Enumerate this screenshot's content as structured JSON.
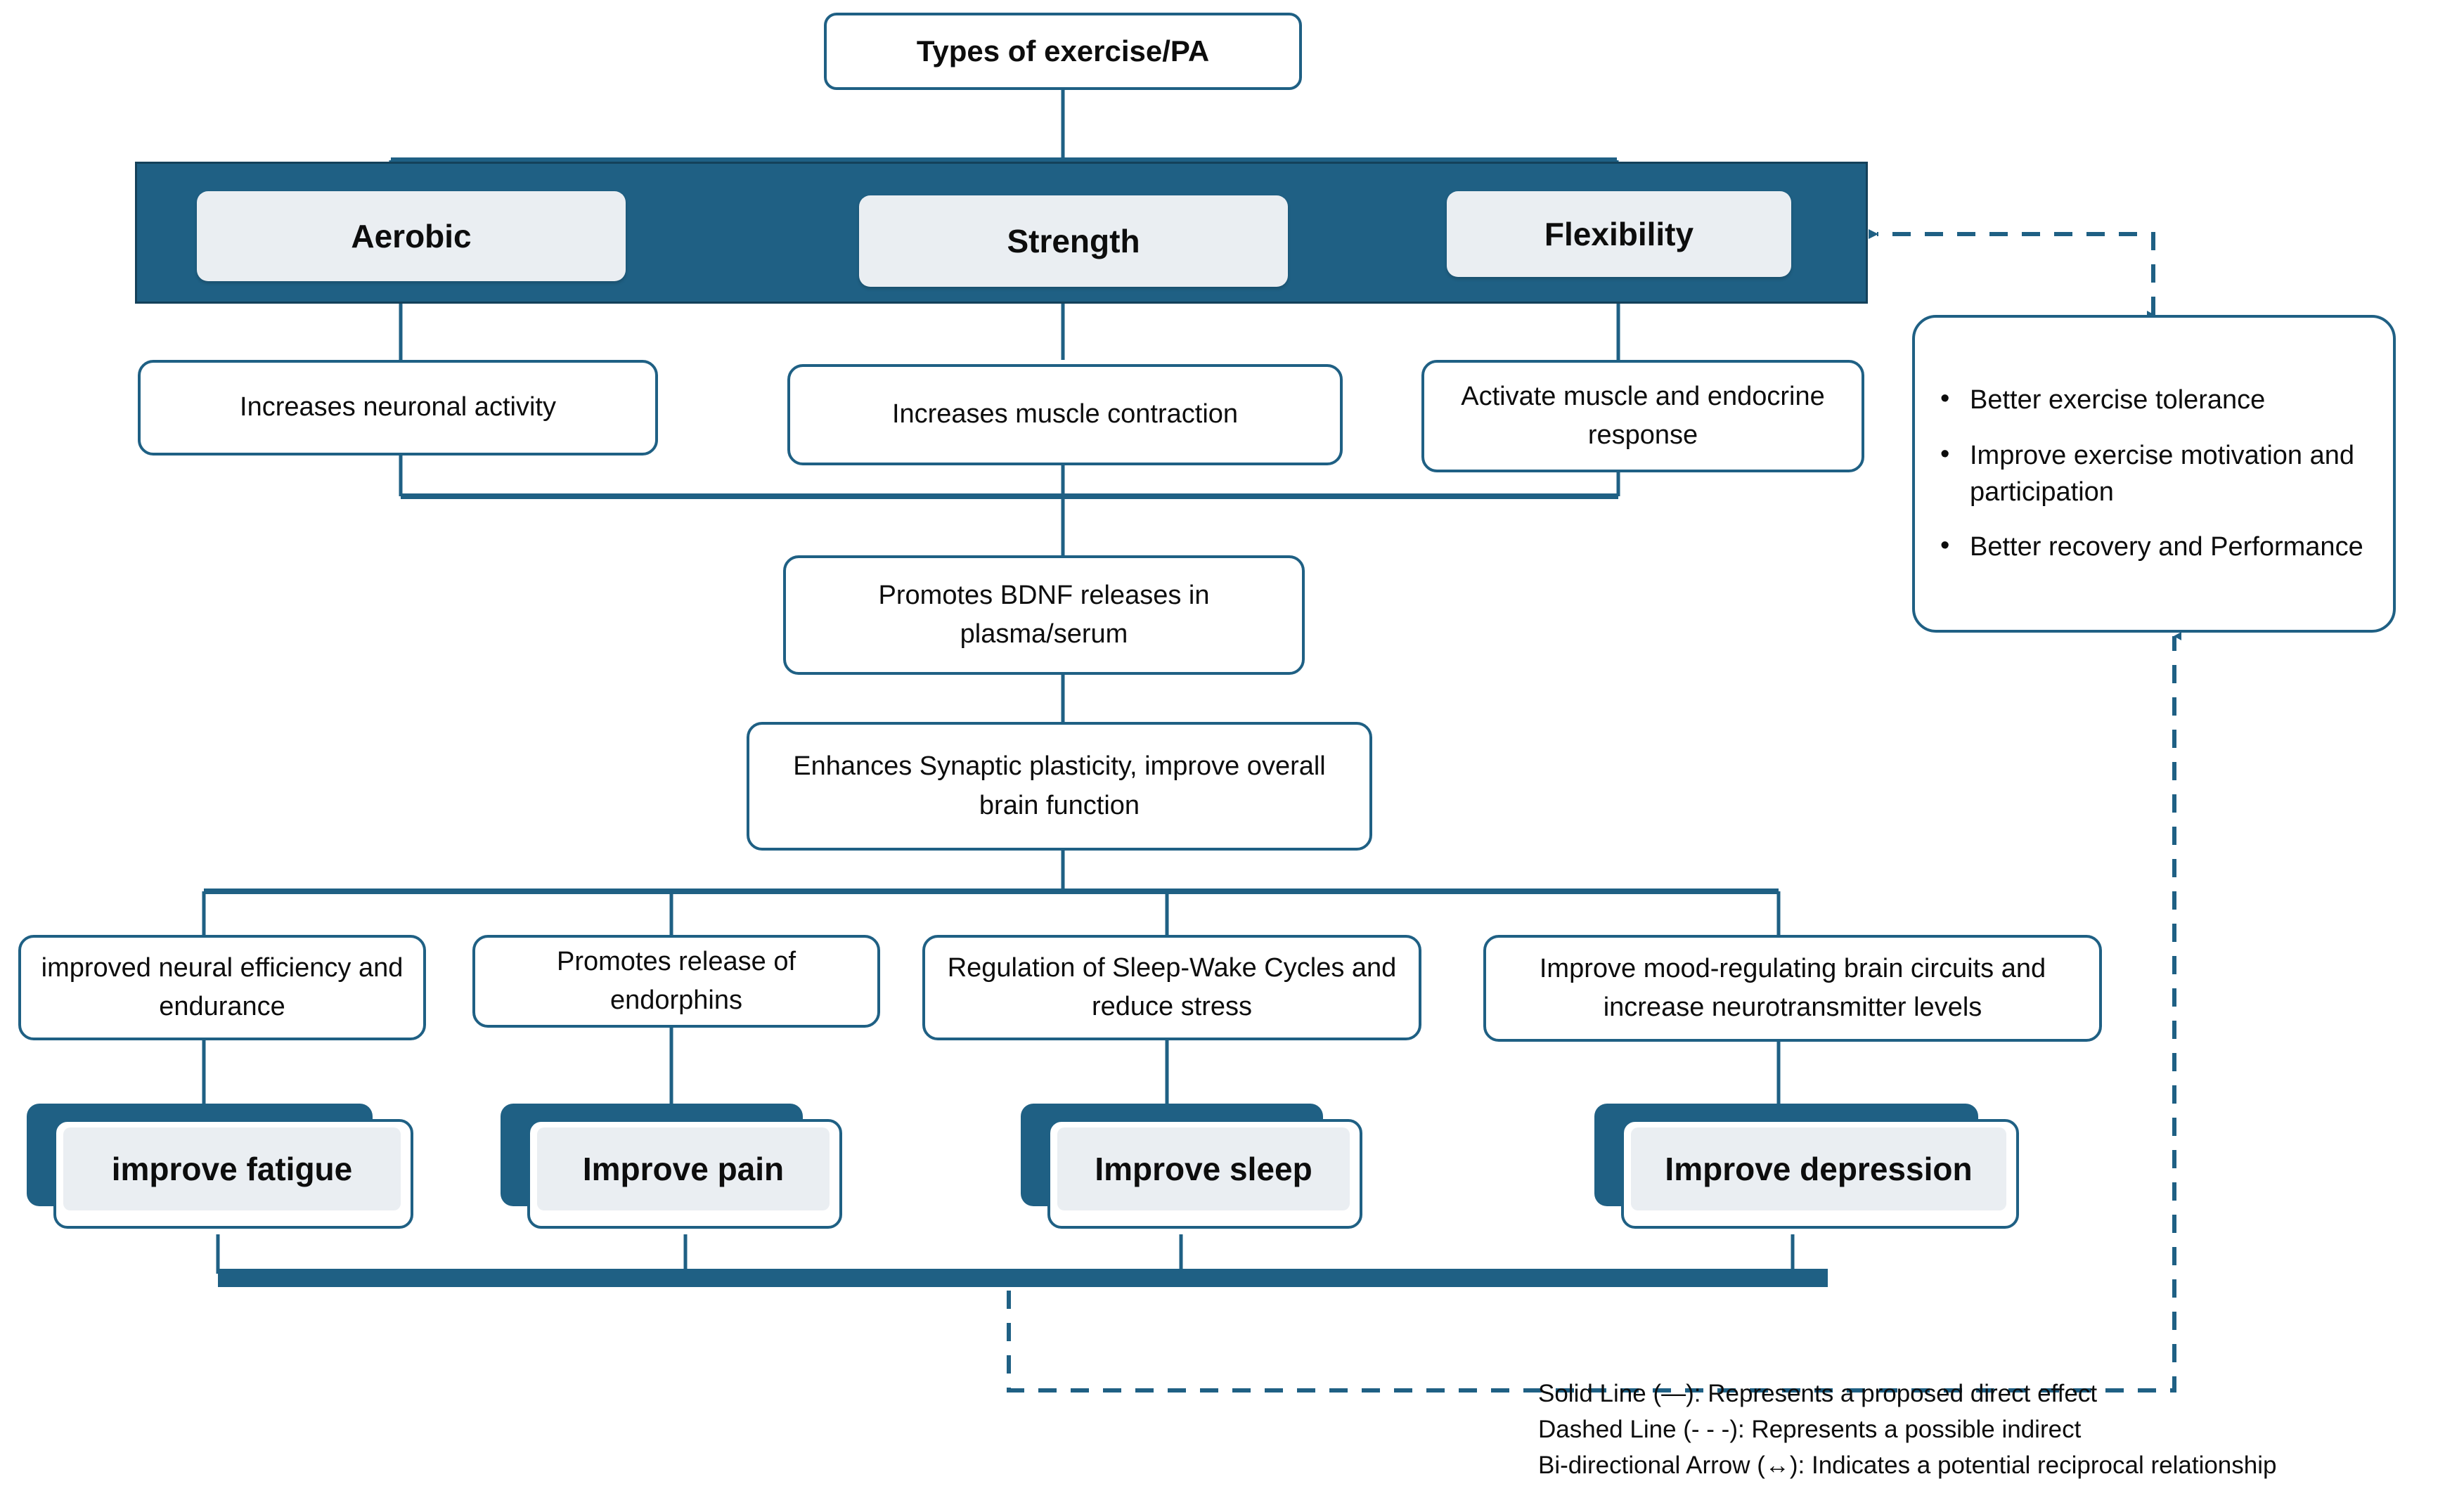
{
  "diagram": {
    "title": "Types of exercise/PA",
    "accent_color": "#1F6084",
    "chip_fill": "#EAEEF2",
    "page_background": "#FFFFFF"
  },
  "root": {
    "label": "Types of exercise/PA"
  },
  "exercise_types": [
    {
      "label": "Aerobic"
    },
    {
      "label": "Strength"
    },
    {
      "label": "Flexibility"
    }
  ],
  "mechanisms": [
    {
      "label": "Increases neuronal activity"
    },
    {
      "label": "Increases muscle contraction"
    },
    {
      "label": "Activate muscle and endocrine response"
    }
  ],
  "pathway": [
    {
      "label": "Promotes BDNF releases in plasma/serum"
    },
    {
      "label": "Enhances Synaptic plasticity, improve overall brain function"
    }
  ],
  "effects": [
    {
      "label": "improved neural efficiency and endurance"
    },
    {
      "label": "Promotes release of endorphins"
    },
    {
      "label": "Regulation of Sleep-Wake Cycles and reduce stress"
    },
    {
      "label": "Improve mood-regulating brain circuits and increase neurotransmitter levels"
    }
  ],
  "outcomes": [
    {
      "label": "improve fatigue"
    },
    {
      "label": "Improve pain"
    },
    {
      "label": "Improve sleep"
    },
    {
      "label": "Improve depression"
    }
  ],
  "benefits": {
    "items": [
      "Better exercise tolerance",
      "Improve exercise motivation and  participation",
      "Better recovery and Performance"
    ]
  },
  "legend": {
    "lines": [
      "Solid Line (—): Represents a proposed direct effect",
      "Dashed Line (- - -): Represents a possible indirect",
      "Bi-directional Arrow (↔): Indicates a potential reciprocal relationship"
    ]
  }
}
